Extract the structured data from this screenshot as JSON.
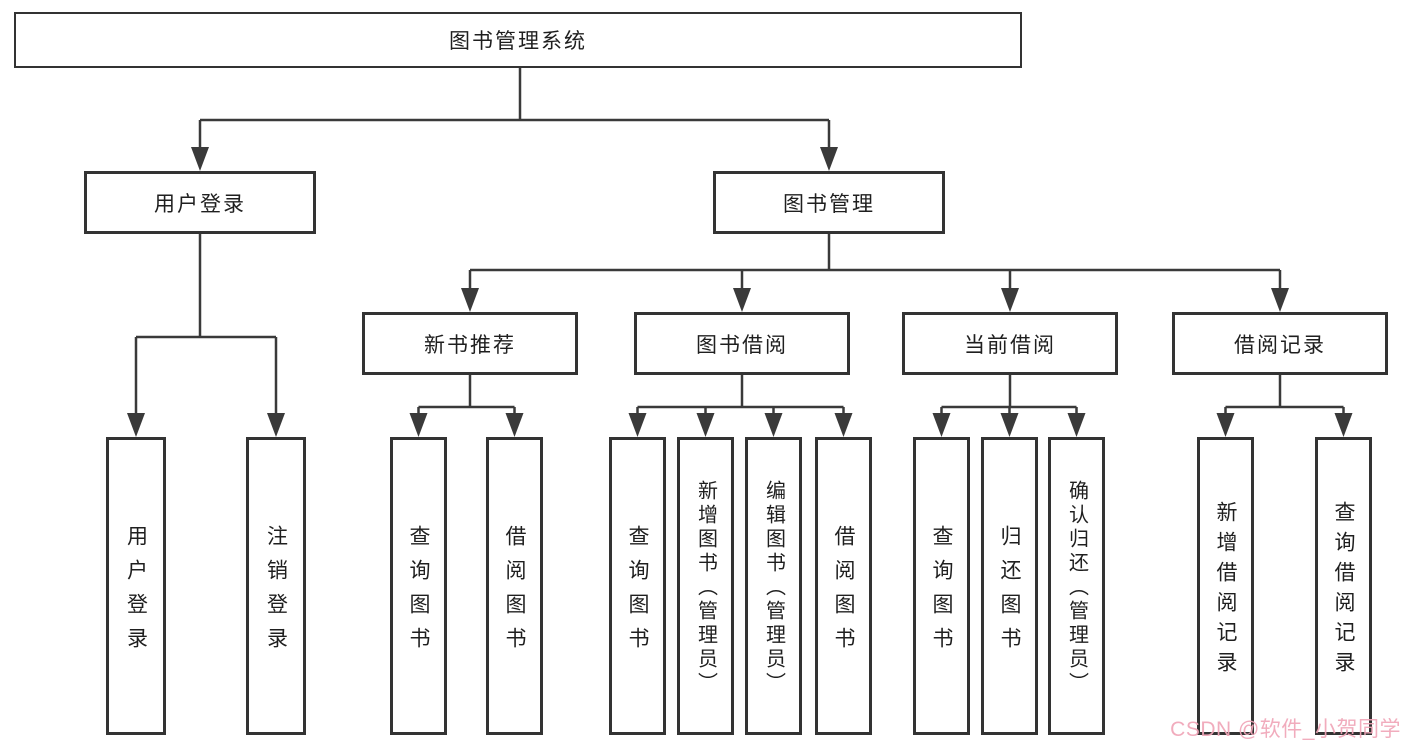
{
  "colors": {
    "line": "#3a3a3a",
    "border": "#333333",
    "text": "#1f1f1f",
    "watermark": "#f0a6b8",
    "background": "#ffffff"
  },
  "nodes": {
    "root": "图书管理系统",
    "user_login": "用户登录",
    "book_mgmt": "图书管理",
    "new_book_rec": "新书推荐",
    "book_borrow": "图书借阅",
    "current_borrow": "当前借阅",
    "borrow_record": "借阅记录",
    "leaf_user_login": "用户登录",
    "leaf_logout": "注销登录",
    "leaf_nbr_query": "查询图书",
    "leaf_nbr_borrow": "借阅图书",
    "leaf_bb_query": "查询图书",
    "leaf_bb_add": "新增图书（管理员）",
    "leaf_bb_edit": "编辑图书（管理员）",
    "leaf_bb_borrow": "借阅图书",
    "leaf_cb_query": "查询图书",
    "leaf_cb_return": "归还图书",
    "leaf_cb_confirm": "确认归还（管理员）",
    "leaf_br_add": "新增借阅记录",
    "leaf_br_query": "查询借阅记录"
  },
  "watermark": {
    "text": "CSDN @软件_小贺同学"
  }
}
